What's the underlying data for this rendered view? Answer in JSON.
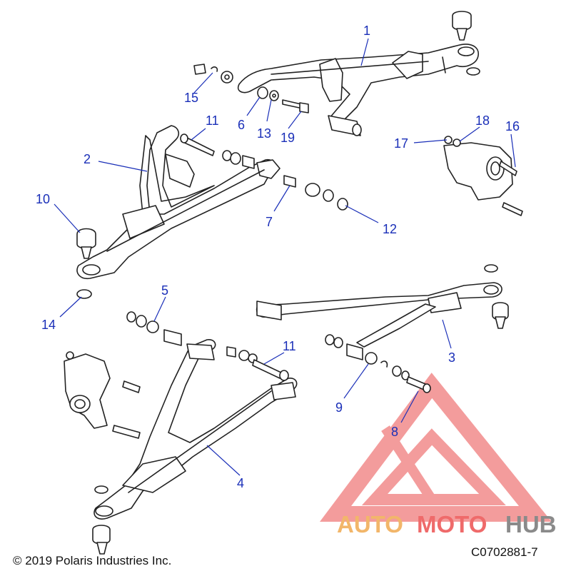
{
  "callouts": [
    {
      "id": "1",
      "label": "1"
    },
    {
      "id": "2",
      "label": "2"
    },
    {
      "id": "3",
      "label": "3"
    },
    {
      "id": "4",
      "label": "4"
    },
    {
      "id": "5",
      "label": "5"
    },
    {
      "id": "6",
      "label": "6"
    },
    {
      "id": "7",
      "label": "7"
    },
    {
      "id": "8",
      "label": "8"
    },
    {
      "id": "9",
      "label": "9"
    },
    {
      "id": "10",
      "label": "10"
    },
    {
      "id": "11a",
      "label": "11"
    },
    {
      "id": "11b",
      "label": "11"
    },
    {
      "id": "12",
      "label": "12"
    },
    {
      "id": "13",
      "label": "13"
    },
    {
      "id": "14",
      "label": "14"
    },
    {
      "id": "15",
      "label": "15"
    },
    {
      "id": "16",
      "label": "16"
    },
    {
      "id": "17",
      "label": "17"
    },
    {
      "id": "18",
      "label": "18"
    },
    {
      "id": "19",
      "label": "19"
    }
  ],
  "footer": {
    "copyright": "© 2019 Polaris Industries Inc.",
    "diagram_code": "C0702881-7"
  },
  "watermark": {
    "part1": "AUTO",
    "part2": "MOTO",
    "part3": "HUB",
    "colors": {
      "auto": "#f2b66a",
      "moto": "#ef6a6a",
      "hub": "#8a8a8a",
      "triangle": "#f28b8b"
    }
  },
  "colors": {
    "callout": "#1a2fb8",
    "line": "#222222"
  }
}
